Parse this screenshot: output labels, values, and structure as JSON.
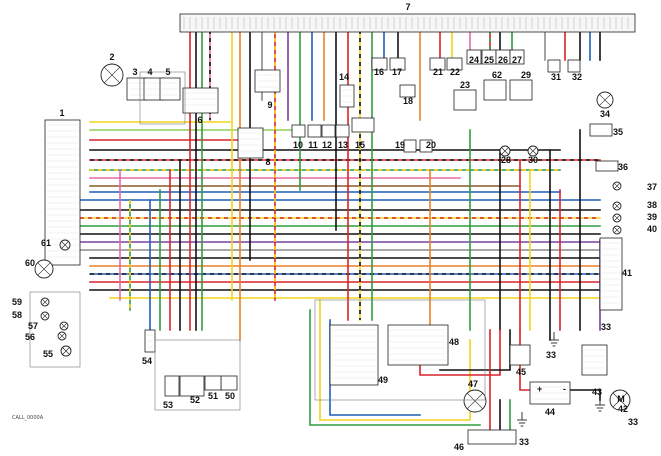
{
  "drawing_code": "CALL_0000A",
  "colors": {
    "red": "#d8232a",
    "yellow": "#f2d31b",
    "green": "#2e9b3f",
    "blue": "#1f5fb8",
    "black": "#111111",
    "orange": "#e8822a",
    "pink": "#e46aa8",
    "purple": "#7a3fa0",
    "brown": "#8a5a2b",
    "grey": "#8c8c8c",
    "lightgreen": "#8ecf5a",
    "white": "#cfcfcf"
  },
  "components": [
    {
      "id": "c1",
      "label": "1"
    },
    {
      "id": "c2",
      "label": "2"
    },
    {
      "id": "c3",
      "label": "3"
    },
    {
      "id": "c4",
      "label": "4"
    },
    {
      "id": "c5",
      "label": "5"
    },
    {
      "id": "c6",
      "label": "6"
    },
    {
      "id": "c7",
      "label": "7"
    },
    {
      "id": "c8",
      "label": "8"
    },
    {
      "id": "c9",
      "label": "9"
    },
    {
      "id": "c10",
      "label": "10"
    },
    {
      "id": "c11",
      "label": "11"
    },
    {
      "id": "c12",
      "label": "12"
    },
    {
      "id": "c13",
      "label": "13"
    },
    {
      "id": "c14",
      "label": "14"
    },
    {
      "id": "c15",
      "label": "15"
    },
    {
      "id": "c16",
      "label": "16"
    },
    {
      "id": "c17",
      "label": "17"
    },
    {
      "id": "c18",
      "label": "18"
    },
    {
      "id": "c19",
      "label": "19"
    },
    {
      "id": "c20",
      "label": "20"
    },
    {
      "id": "c21",
      "label": "21"
    },
    {
      "id": "c22",
      "label": "22"
    },
    {
      "id": "c23",
      "label": "23"
    },
    {
      "id": "c24",
      "label": "24"
    },
    {
      "id": "c25",
      "label": "25"
    },
    {
      "id": "c26",
      "label": "26"
    },
    {
      "id": "c27",
      "label": "27"
    },
    {
      "id": "c28",
      "label": "28"
    },
    {
      "id": "c29",
      "label": "29"
    },
    {
      "id": "c30",
      "label": "30"
    },
    {
      "id": "c31",
      "label": "31"
    },
    {
      "id": "c32",
      "label": "32"
    },
    {
      "id": "c33a",
      "label": "33"
    },
    {
      "id": "c33b",
      "label": "33"
    },
    {
      "id": "c33c",
      "label": "33"
    },
    {
      "id": "c33d",
      "label": "33"
    },
    {
      "id": "c34",
      "label": "34"
    },
    {
      "id": "c35",
      "label": "35"
    },
    {
      "id": "c36",
      "label": "36"
    },
    {
      "id": "c37",
      "label": "37"
    },
    {
      "id": "c38",
      "label": "38"
    },
    {
      "id": "c39",
      "label": "39"
    },
    {
      "id": "c40",
      "label": "40"
    },
    {
      "id": "c41",
      "label": "41"
    },
    {
      "id": "c42",
      "label": "42"
    },
    {
      "id": "c43",
      "label": "43"
    },
    {
      "id": "c44",
      "label": "44"
    },
    {
      "id": "c45",
      "label": "45"
    },
    {
      "id": "c46",
      "label": "46"
    },
    {
      "id": "c47",
      "label": "47"
    },
    {
      "id": "c48",
      "label": "48"
    },
    {
      "id": "c49",
      "label": "49"
    },
    {
      "id": "c50",
      "label": "50"
    },
    {
      "id": "c51",
      "label": "51"
    },
    {
      "id": "c52",
      "label": "52"
    },
    {
      "id": "c53",
      "label": "53"
    },
    {
      "id": "c54",
      "label": "54"
    },
    {
      "id": "c55",
      "label": "55"
    },
    {
      "id": "c56",
      "label": "56"
    },
    {
      "id": "c57",
      "label": "57"
    },
    {
      "id": "c58",
      "label": "58"
    },
    {
      "id": "c59",
      "label": "59"
    },
    {
      "id": "c60",
      "label": "60"
    },
    {
      "id": "c61",
      "label": "61"
    },
    {
      "id": "c62",
      "label": "62"
    }
  ],
  "motor_symbol": "M",
  "battery_plus": "+",
  "battery_minus": "-"
}
